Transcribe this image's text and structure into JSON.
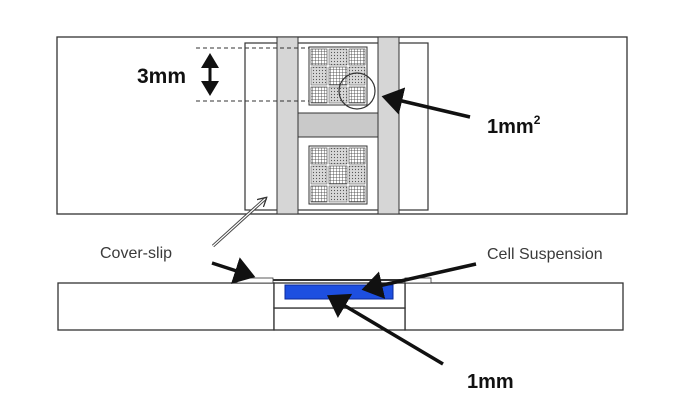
{
  "labels": {
    "depth": "3mm",
    "grid_area": "1mm",
    "grid_area_sup": "2",
    "cover_slip": "Cover-slip",
    "cell_suspension": "Cell Suspension",
    "chamber_depth": "1mm"
  },
  "colors": {
    "line": "#333333",
    "pillar": "#d6d6d6",
    "channel": "#c9c9c9",
    "suspension": "#1d4fe0",
    "arrow": "#111111"
  }
}
